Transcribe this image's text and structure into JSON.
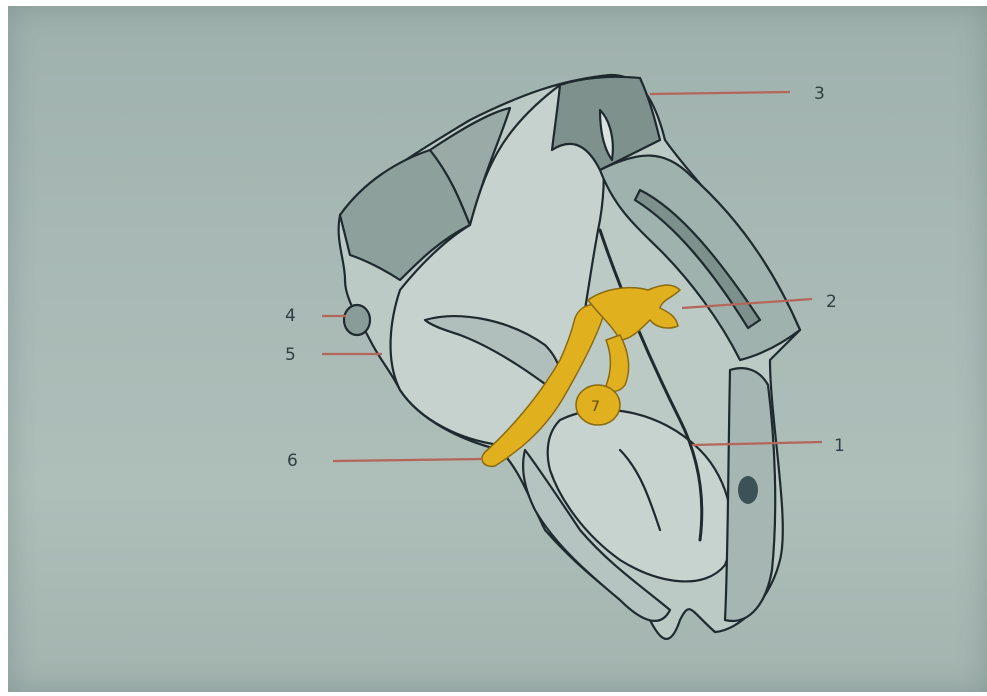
{
  "figure": {
    "labels": {
      "l1": "1",
      "l2": "2",
      "l3": "3",
      "l4": "4",
      "l5": "5",
      "l6": "6",
      "l7": "7"
    },
    "colors": {
      "background": "#a8b9b5",
      "ossicle_fill": "#e0b01f",
      "leader_line": "#b5665a",
      "outline": "#1e2a2e",
      "tissue_fill": "#bccac6"
    }
  }
}
